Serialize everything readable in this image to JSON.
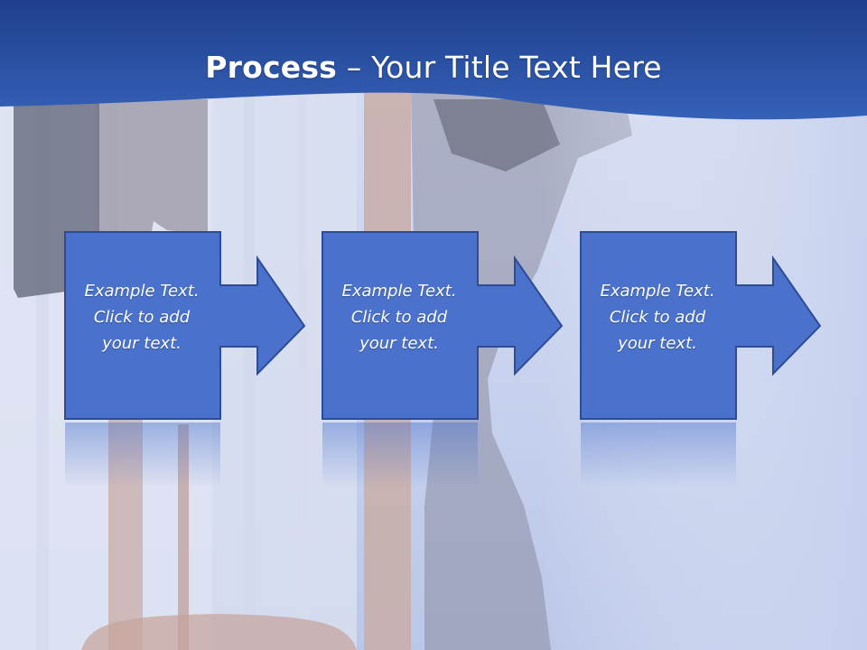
{
  "title": {
    "bold": "Process",
    "rest": " – Your Title Text Here"
  },
  "steps": [
    {
      "text": "Example Text.\nClick  to add\nyour text."
    },
    {
      "text": "Example Text.\nClick  to add\nyour text."
    },
    {
      "text": "Example Text.\nClick  to add\nyour text."
    }
  ],
  "colors": {
    "title_band": "#2c54a6",
    "box_fill": "#4a72cc",
    "box_border": "#2e4c94",
    "background": "#d8e0f2"
  }
}
